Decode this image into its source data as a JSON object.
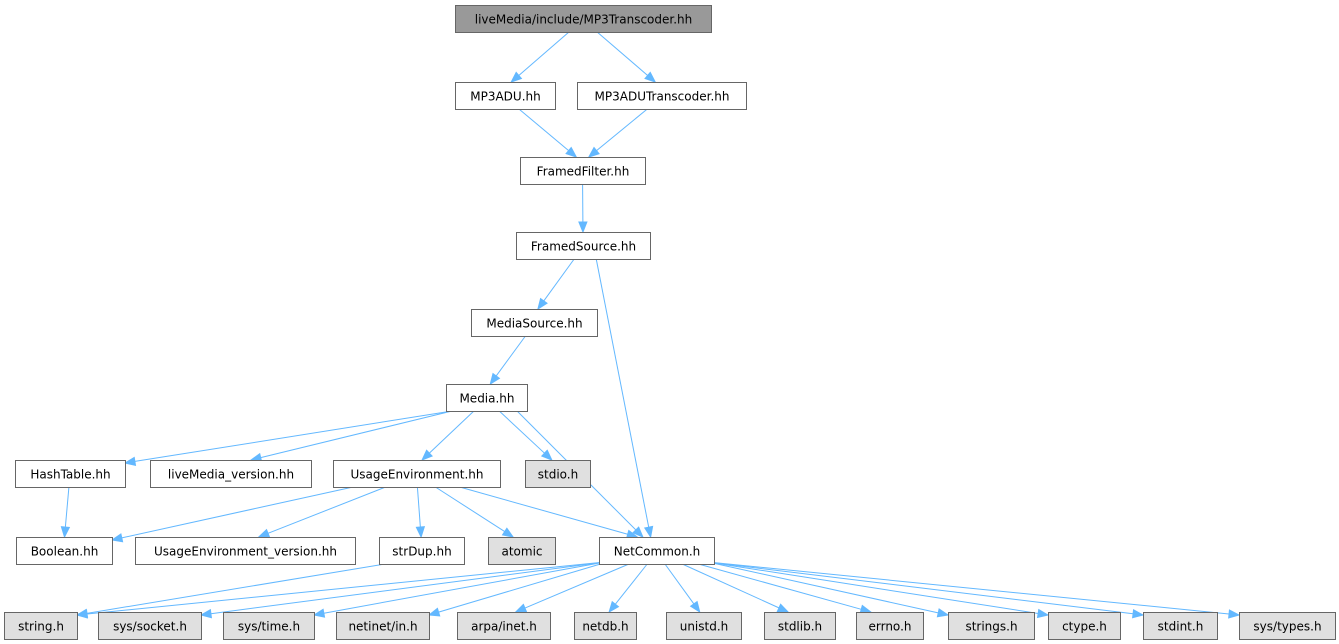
{
  "colors": {
    "root_fill": "#999999",
    "project_fill": "#ffffff",
    "system_fill": "#e0e0e0",
    "edge": "#63b8ff",
    "border": "#666666"
  },
  "nodes": [
    {
      "id": "root",
      "label": "liveMedia/include/MP3Transcoder.hh",
      "kind": "root"
    },
    {
      "id": "mp3adu",
      "label": "MP3ADU.hh",
      "kind": "project"
    },
    {
      "id": "mp3aduT",
      "label": "MP3ADUTranscoder.hh",
      "kind": "project"
    },
    {
      "id": "framedFilter",
      "label": "FramedFilter.hh",
      "kind": "project"
    },
    {
      "id": "framedSource",
      "label": "FramedSource.hh",
      "kind": "project"
    },
    {
      "id": "mediaSource",
      "label": "MediaSource.hh",
      "kind": "project"
    },
    {
      "id": "media",
      "label": "Media.hh",
      "kind": "project"
    },
    {
      "id": "hashTable",
      "label": "HashTable.hh",
      "kind": "project"
    },
    {
      "id": "lmVersion",
      "label": "liveMedia_version.hh",
      "kind": "project"
    },
    {
      "id": "usageEnv",
      "label": "UsageEnvironment.hh",
      "kind": "project"
    },
    {
      "id": "stdio",
      "label": "stdio.h",
      "kind": "system"
    },
    {
      "id": "boolean",
      "label": "Boolean.hh",
      "kind": "project"
    },
    {
      "id": "ueVersion",
      "label": "UsageEnvironment_version.hh",
      "kind": "project"
    },
    {
      "id": "strDup",
      "label": "strDup.hh",
      "kind": "project"
    },
    {
      "id": "atomic",
      "label": "atomic",
      "kind": "system"
    },
    {
      "id": "netCommon",
      "label": "NetCommon.h",
      "kind": "project"
    },
    {
      "id": "string",
      "label": "string.h",
      "kind": "system"
    },
    {
      "id": "syssocket",
      "label": "sys/socket.h",
      "kind": "system"
    },
    {
      "id": "systime",
      "label": "sys/time.h",
      "kind": "system"
    },
    {
      "id": "netinet",
      "label": "netinet/in.h",
      "kind": "system"
    },
    {
      "id": "arpa",
      "label": "arpa/inet.h",
      "kind": "system"
    },
    {
      "id": "netdb",
      "label": "netdb.h",
      "kind": "system"
    },
    {
      "id": "unistd",
      "label": "unistd.h",
      "kind": "system"
    },
    {
      "id": "stdlib",
      "label": "stdlib.h",
      "kind": "system"
    },
    {
      "id": "errno",
      "label": "errno.h",
      "kind": "system"
    },
    {
      "id": "strings",
      "label": "strings.h",
      "kind": "system"
    },
    {
      "id": "ctype",
      "label": "ctype.h",
      "kind": "system"
    },
    {
      "id": "stdint",
      "label": "stdint.h",
      "kind": "system"
    },
    {
      "id": "systypes",
      "label": "sys/types.h",
      "kind": "system"
    }
  ],
  "edges": [
    [
      "root",
      "mp3adu"
    ],
    [
      "root",
      "mp3aduT"
    ],
    [
      "mp3adu",
      "framedFilter"
    ],
    [
      "mp3aduT",
      "framedFilter"
    ],
    [
      "framedFilter",
      "framedSource"
    ],
    [
      "framedSource",
      "mediaSource"
    ],
    [
      "framedSource",
      "netCommon"
    ],
    [
      "mediaSource",
      "media"
    ],
    [
      "media",
      "hashTable"
    ],
    [
      "media",
      "lmVersion"
    ],
    [
      "media",
      "usageEnv"
    ],
    [
      "media",
      "stdio"
    ],
    [
      "media",
      "netCommon"
    ],
    [
      "hashTable",
      "boolean"
    ],
    [
      "usageEnv",
      "boolean"
    ],
    [
      "usageEnv",
      "ueVersion"
    ],
    [
      "usageEnv",
      "strDup"
    ],
    [
      "usageEnv",
      "atomic"
    ],
    [
      "usageEnv",
      "netCommon"
    ],
    [
      "strDup",
      "string"
    ],
    [
      "netCommon",
      "string"
    ],
    [
      "netCommon",
      "syssocket"
    ],
    [
      "netCommon",
      "systime"
    ],
    [
      "netCommon",
      "netinet"
    ],
    [
      "netCommon",
      "arpa"
    ],
    [
      "netCommon",
      "netdb"
    ],
    [
      "netCommon",
      "unistd"
    ],
    [
      "netCommon",
      "stdlib"
    ],
    [
      "netCommon",
      "errno"
    ],
    [
      "netCommon",
      "strings"
    ],
    [
      "netCommon",
      "ctype"
    ],
    [
      "netCommon",
      "stdint"
    ],
    [
      "netCommon",
      "systypes"
    ]
  ]
}
